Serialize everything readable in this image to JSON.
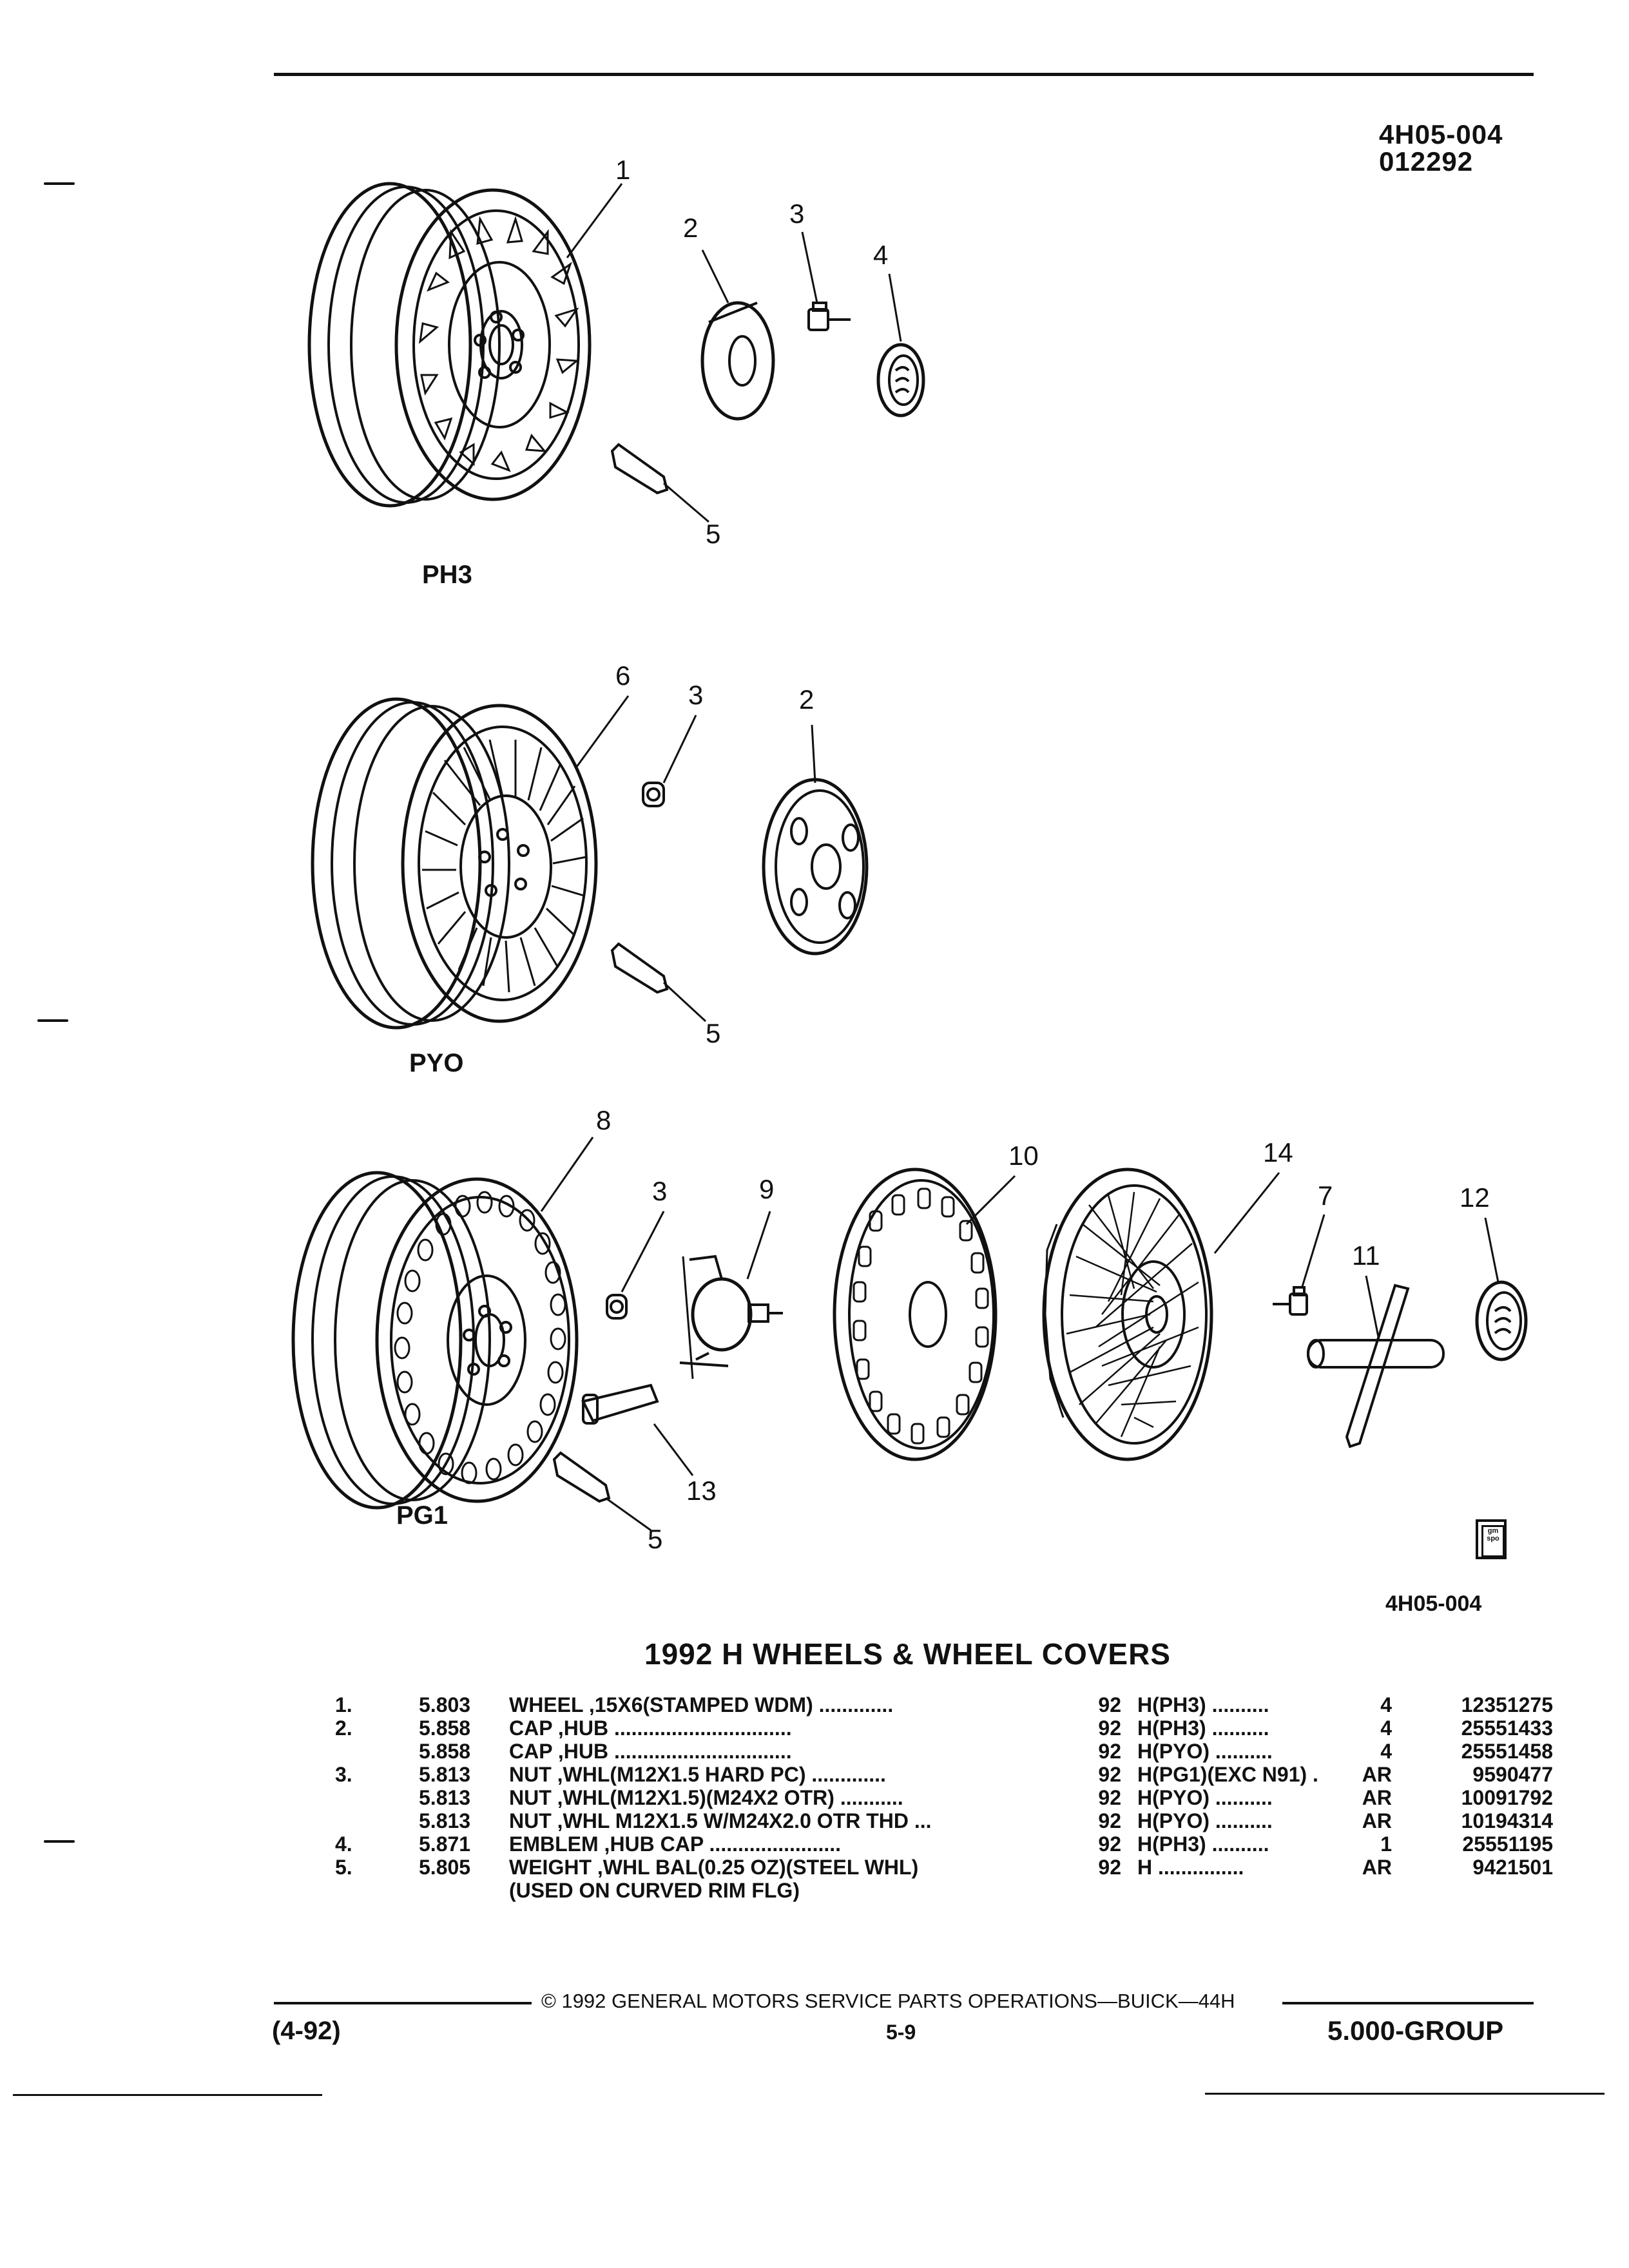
{
  "header": {
    "catalog_code": "4H05-004",
    "date_code": "012292"
  },
  "figure": {
    "callouts": [
      "1",
      "2",
      "3",
      "4",
      "5",
      "6",
      "3",
      "2",
      "5",
      "8",
      "3",
      "9",
      "10",
      "14",
      "7",
      "12",
      "11",
      "13",
      "5"
    ],
    "variants": [
      "PH3",
      "PYO",
      "PG1"
    ],
    "figure_code": "4H05-004",
    "logo_text": "gm spo"
  },
  "table": {
    "title": "1992 H WHEELS & WHEEL COVERS",
    "rows": [
      {
        "item": "1.",
        "code": "5.803",
        "desc": "WHEEL ,15X6(STAMPED WDM) .............",
        "year": "92",
        "app": "H(PH3) ..........",
        "qty": "4",
        "part": "12351275"
      },
      {
        "item": "2.",
        "code": "5.858",
        "desc": "CAP ,HUB ...............................",
        "year": "92",
        "app": "H(PH3) ..........",
        "qty": "4",
        "part": "25551433"
      },
      {
        "item": "",
        "code": "5.858",
        "desc": "CAP ,HUB ...............................",
        "year": "92",
        "app": "H(PYO) ..........",
        "qty": "4",
        "part": "25551458"
      },
      {
        "item": "3.",
        "code": "5.813",
        "desc": "NUT ,WHL(M12X1.5 HARD PC) .............",
        "year": "92",
        "app": "H(PG1)(EXC N91) .",
        "qty": "AR",
        "part": "9590477"
      },
      {
        "item": "",
        "code": "5.813",
        "desc": "NUT ,WHL(M12X1.5)(M24X2 OTR) ...........",
        "year": "92",
        "app": "H(PYO) ..........",
        "qty": "AR",
        "part": "10091792"
      },
      {
        "item": "",
        "code": "5.813",
        "desc": "NUT ,WHL M12X1.5 W/M24X2.0 OTR THD ...",
        "year": "92",
        "app": "H(PYO) ..........",
        "qty": "AR",
        "part": "10194314"
      },
      {
        "item": "4.",
        "code": "5.871",
        "desc": "EMBLEM ,HUB CAP .......................",
        "year": "92",
        "app": "H(PH3) ..........",
        "qty": "1",
        "part": "25551195"
      },
      {
        "item": "5.",
        "code": "5.805",
        "desc": "WEIGHT ,WHL BAL(0.25 OZ)(STEEL WHL)",
        "year": "92",
        "app": "H ...............",
        "qty": "AR",
        "part": "9421501"
      },
      {
        "item": "",
        "code": "",
        "desc": "(USED ON CURVED RIM FLG)",
        "year": "",
        "app": "",
        "qty": "",
        "part": ""
      }
    ]
  },
  "footer": {
    "copyright": "© 1992 GENERAL MOTORS SERVICE PARTS OPERATIONS—BUICK—44H",
    "date": "(4-92)",
    "page": "5-9",
    "group": "5.000-GROUP"
  }
}
